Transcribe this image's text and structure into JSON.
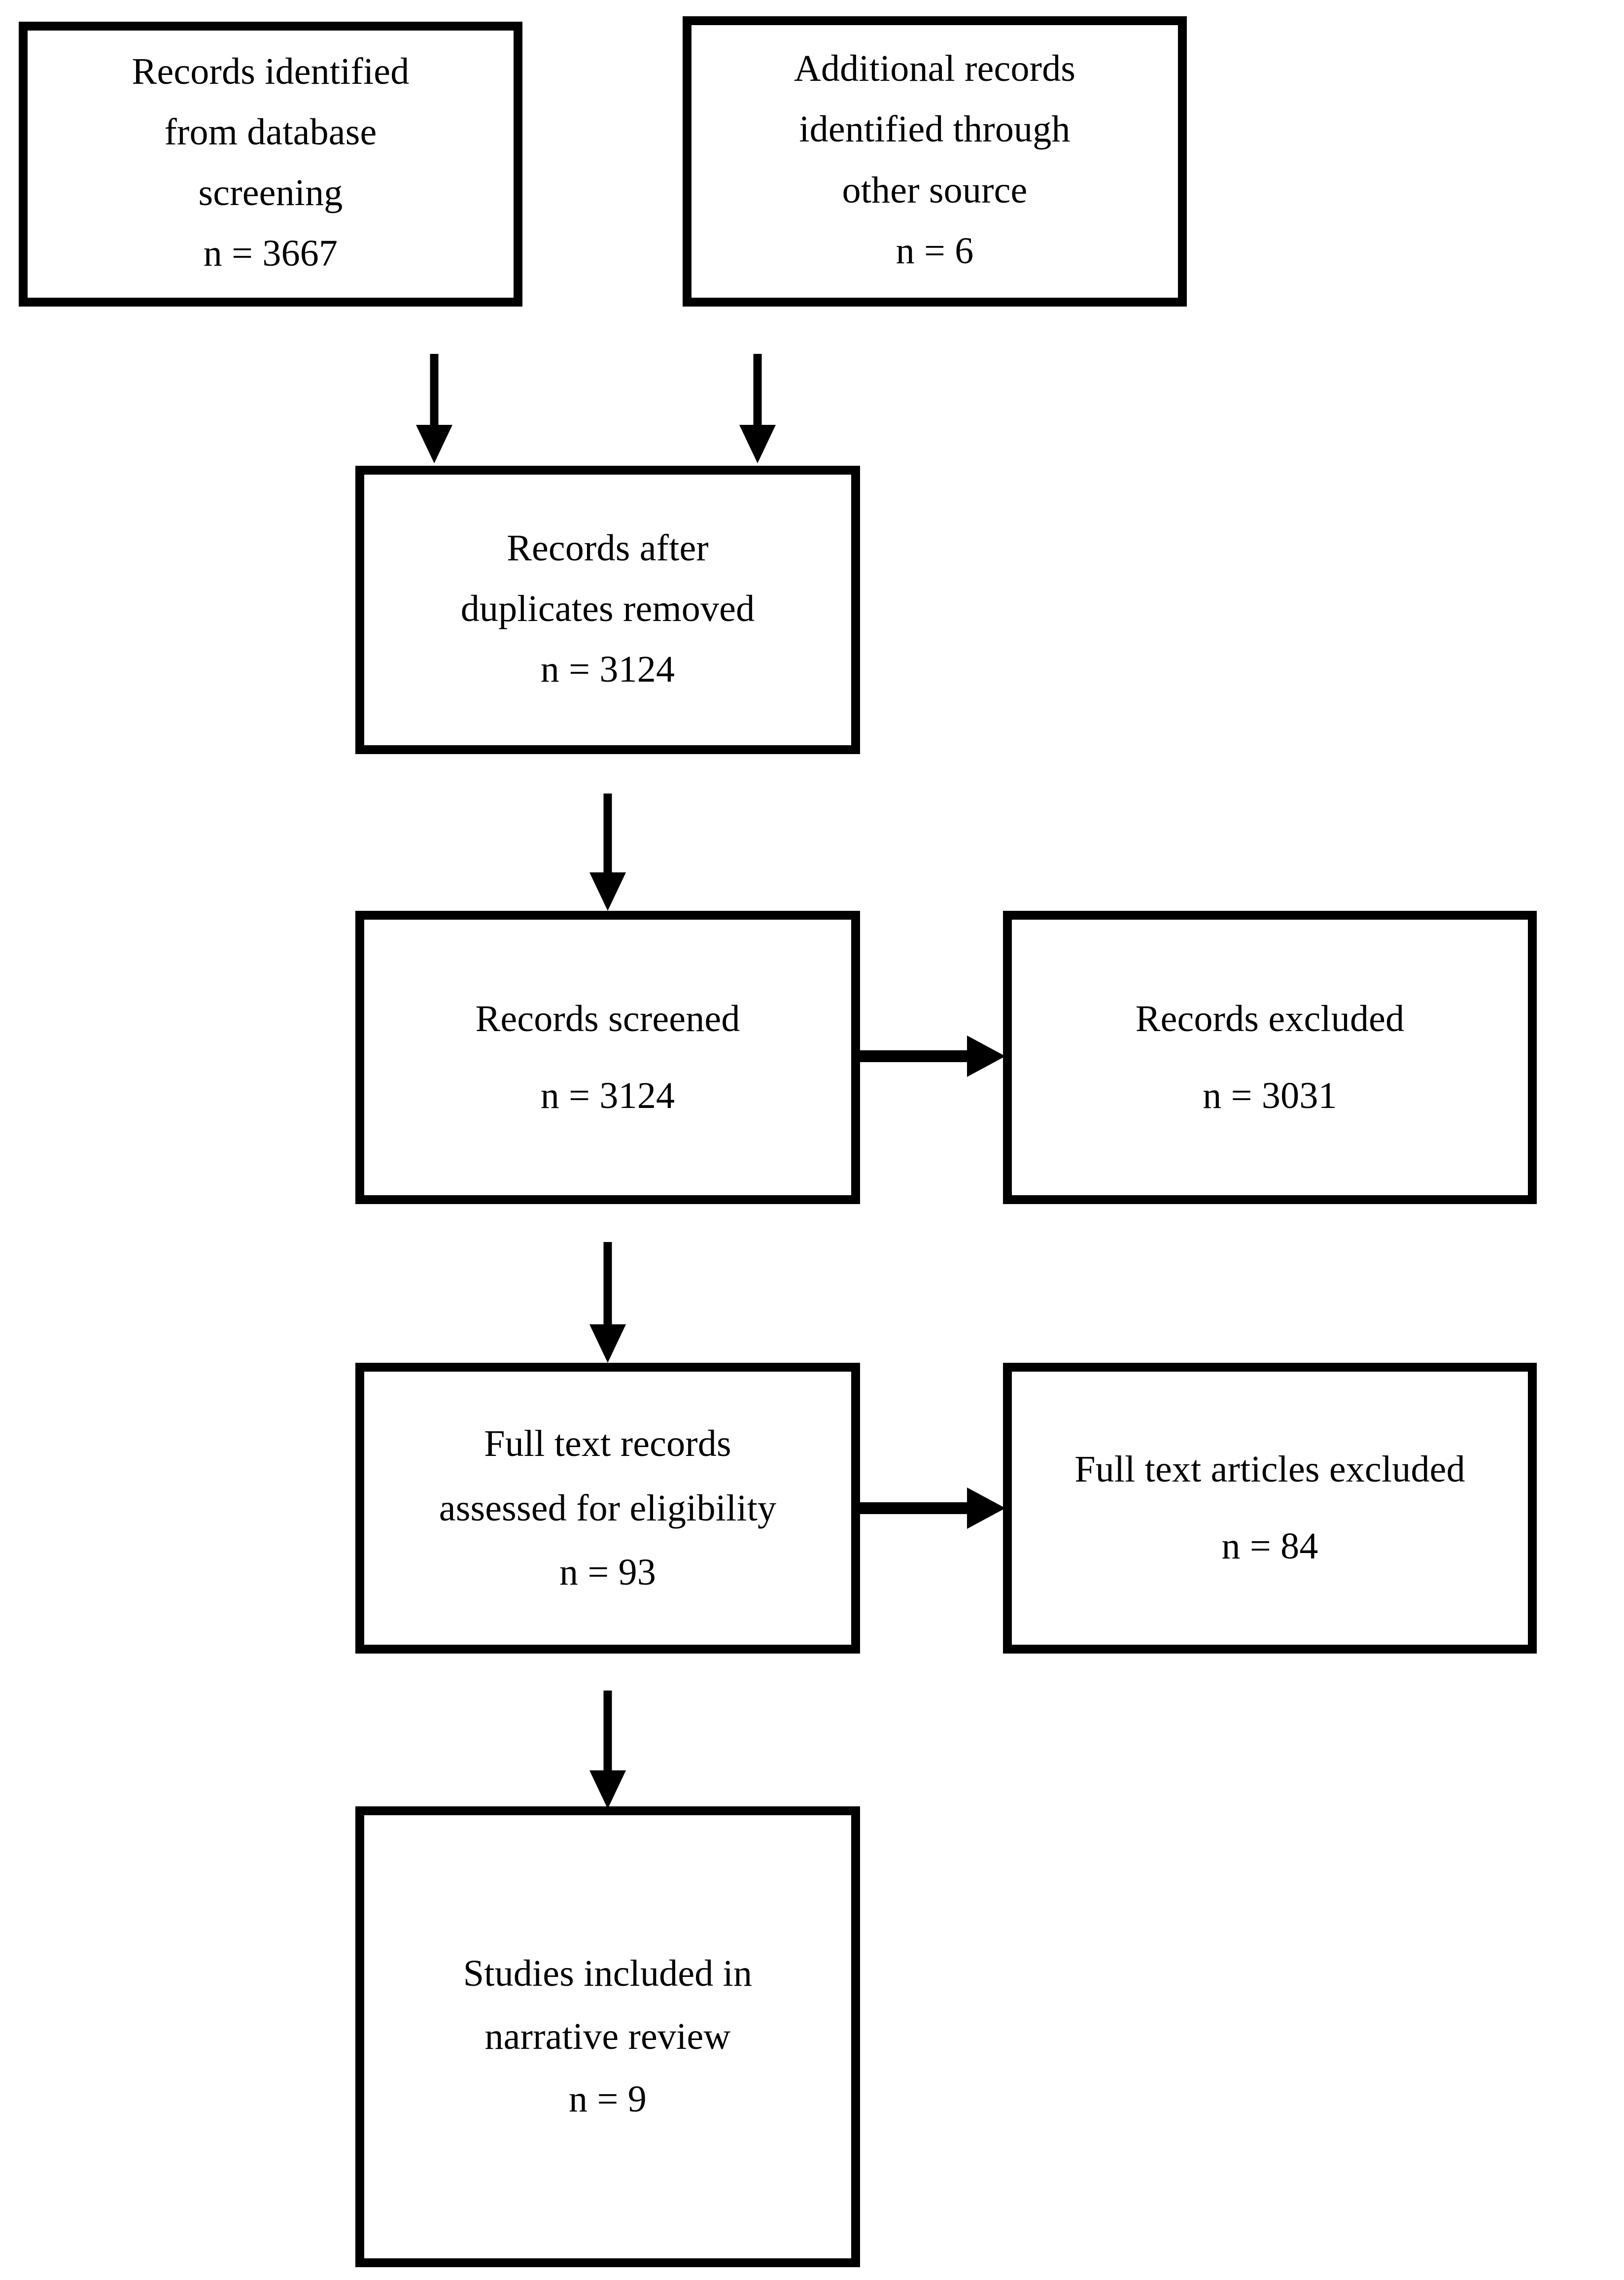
{
  "diagram": {
    "type": "prisma-flow-diagram",
    "background_color": "#ffffff",
    "line_color": "#000000",
    "text_color": "#000000",
    "boxes": [
      {
        "id": "db-records",
        "lines": [
          "Records identified",
          "from database",
          "screening",
          "n = 3667"
        ],
        "count_label": "n = 3667",
        "count": 3667
      },
      {
        "id": "other-records",
        "lines": [
          "Additional records",
          "identified through",
          "other source",
          "n = 6"
        ],
        "count_label": "n = 6",
        "count": 6
      },
      {
        "id": "dedup",
        "lines": [
          "Records after",
          "duplicates removed",
          "n = 3124"
        ],
        "count_label": "n = 3124",
        "count": 3124
      },
      {
        "id": "screened",
        "lines": [
          "Records screened",
          "n = 3124"
        ],
        "count_label": "n = 3124",
        "count": 3124
      },
      {
        "id": "excluded",
        "lines": [
          "Records excluded",
          "n = 3031"
        ],
        "count_label": "n = 3031",
        "count": 3031
      },
      {
        "id": "fulltext",
        "lines": [
          "Full text records",
          "assessed for eligibility",
          "n = 93"
        ],
        "count_label": "n = 93",
        "count": 93
      },
      {
        "id": "fulltext-excluded",
        "lines": [
          "Full text articles excluded",
          "n = 84"
        ],
        "count_label": "n = 84",
        "count": 84
      },
      {
        "id": "included",
        "lines": [
          "Studies included in",
          "narrative review",
          "n = 9"
        ],
        "count_label": "n = 9",
        "count": 9
      }
    ],
    "arrows": [
      {
        "id": "db-to-dedup",
        "from": "db-records",
        "to": "dedup",
        "direction": "down"
      },
      {
        "id": "other-to-dedup",
        "from": "other-records",
        "to": "dedup",
        "direction": "down"
      },
      {
        "id": "dedup-to-screened",
        "from": "dedup",
        "to": "screened",
        "direction": "down"
      },
      {
        "id": "screened-to-excluded",
        "from": "screened",
        "to": "excluded",
        "direction": "right"
      },
      {
        "id": "screened-to-fulltext",
        "from": "screened",
        "to": "fulltext",
        "direction": "down"
      },
      {
        "id": "fulltext-to-excluded",
        "from": "fulltext",
        "to": "fulltext-excluded",
        "direction": "right"
      },
      {
        "id": "fulltext-to-included",
        "from": "fulltext",
        "to": "included",
        "direction": "down"
      }
    ]
  }
}
